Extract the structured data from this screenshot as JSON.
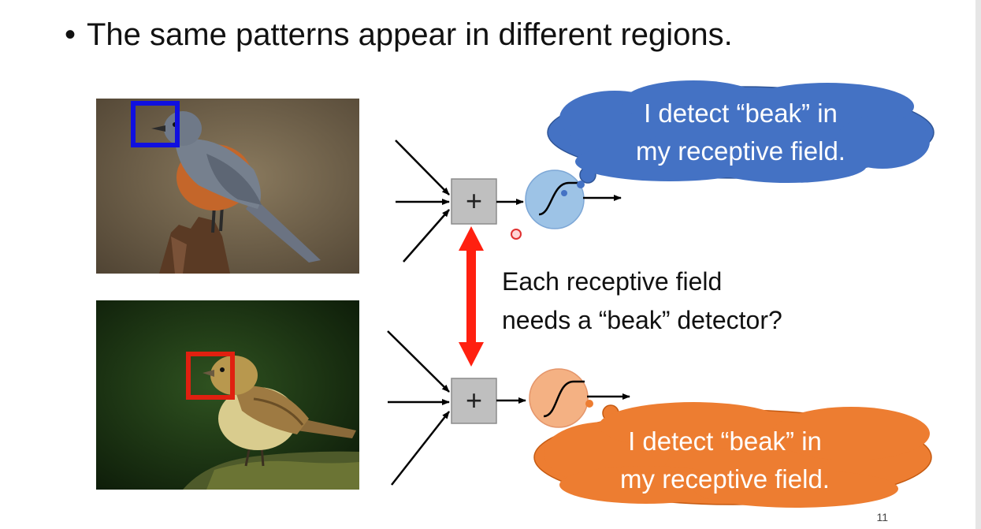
{
  "slide": {
    "bullet_symbol": "•",
    "bullet_text": "The same patterns appear in different regions.",
    "question_line1": "Each receptive field",
    "question_line2": "needs a “beak” detector?",
    "blue_bubble_line1": "I detect “beak” in",
    "blue_bubble_line2": "my receptive field.",
    "orange_bubble_line1": "I detect “beak” in",
    "orange_bubble_line2": "my receptive field.",
    "page_number": "11",
    "plus_symbol_top": "+",
    "plus_symbol_bottom": "+"
  },
  "colors": {
    "blue_bubble": "#4472C4",
    "orange_bubble": "#ED7D31",
    "blue_box": "#1010E0",
    "red_box": "#E02010",
    "arrow_red": "#FF2010",
    "neuron_blue": "#9DC3E6",
    "neuron_orange": "#F4B183",
    "summation_box": "#BFBFBF"
  },
  "icons": {
    "top_photo": "gray-orange-bird-photo",
    "bottom_photo": "yellow-bird-photo",
    "neuron": "sigmoid-activation-icon",
    "sum": "summation-node-icon"
  }
}
